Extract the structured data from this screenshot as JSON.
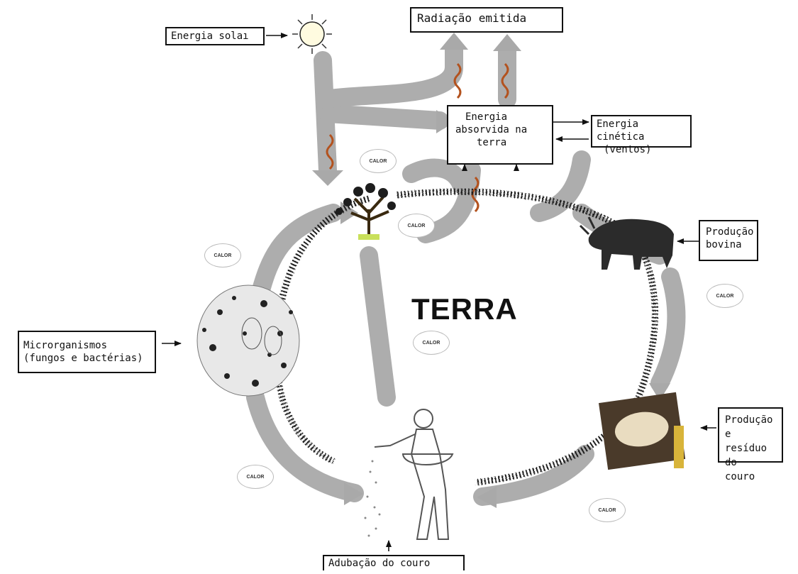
{
  "title": "TERRA",
  "labels": {
    "solar": "Energia solaı",
    "emitted": "Radiação emitida",
    "absorbed": [
      "Energia",
      "absorvida na",
      "terra"
    ],
    "kinetic": [
      "Energia cinética",
      "(ventos)"
    ],
    "bovine": [
      "Produção",
      "bovina"
    ],
    "microorganisms": [
      "Microrganismos",
      "(fungos e bactérias)"
    ],
    "leather": [
      "Produção e",
      "resíduo do",
      "couro"
    ],
    "fertilization": "Adubação do couro"
  },
  "heat_label": "CALOR",
  "colors": {
    "arrow": "#a9a9a9",
    "wave": "#b3521e",
    "soil": "#1a1a1a",
    "outline": "#111111"
  },
  "icons": [
    "sun-icon",
    "tree-icon",
    "ox-icon",
    "microorganism-cluster-icon",
    "loom-icon",
    "farmer-icon"
  ]
}
